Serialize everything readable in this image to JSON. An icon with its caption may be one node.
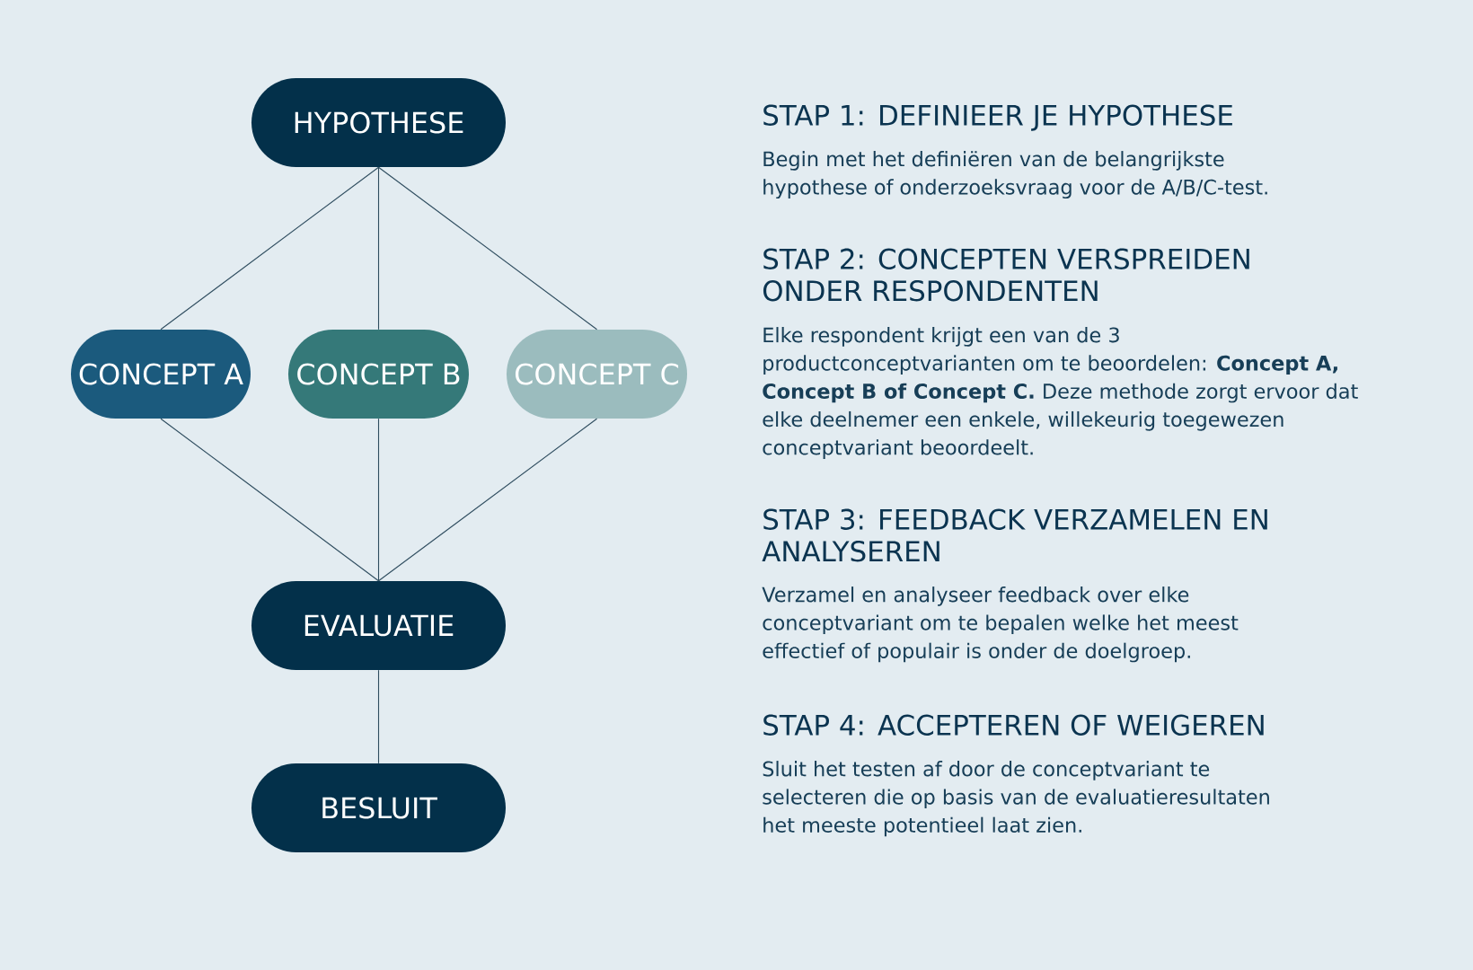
{
  "diagram": {
    "nodes": [
      {
        "text": [
          "HYPOTHESE"
        ]
      },
      {
        "text": [
          "CONCEPT A"
        ]
      },
      {
        "text": [
          "CONCEPT B"
        ]
      },
      {
        "text": [
          "CONCEPT C"
        ]
      },
      {
        "text": [
          "EVALUATIE"
        ]
      },
      {
        "text": [
          "BESLUIT"
        ]
      }
    ],
    "edges": [
      {
        "from": 0,
        "to": 1,
        "arrow": "none"
      },
      {
        "from": 0,
        "to": 2,
        "arrow": "none"
      },
      {
        "from": 0,
        "to": 3,
        "arrow": "none"
      },
      {
        "from": 1,
        "to": 4,
        "arrow": "none"
      },
      {
        "from": 2,
        "to": 4,
        "arrow": "none"
      },
      {
        "from": 3,
        "to": 4,
        "arrow": "none"
      },
      {
        "from": 4,
        "to": 5,
        "arrow": "none"
      }
    ],
    "labels": [
      "STAP 1: DEFINIEER JE HYPOTHESE",
      "Begin met het definiëren van de belangrijkste hypothese of onderzoeksvraag voor de A/B/C-test.",
      "STAP 2: CONCEPTEN VERSPREIDEN ONDER RESPONDENTEN",
      "Elke respondent krijgt een van de 3 productconceptvarianten om te beoordelen: **Concept A, Concept B of Concept C.** Deze methode zorgt ervoor dat elke deelnemer een enkele, willekeurig toegewezen conceptvariant beoordeelt.",
      "STAP 3: FEEDBACK VERZAMELEN EN ANALYSEREN",
      "Verzamel en analyseer feedback over elke conceptvariant om te bepalen welke het meest effectief of populair is onder de doelgroep.",
      "STAP 4: ACCEPTEREN OF WEIGEREN",
      "Sluit het testen af door de conceptvariant te selecteren die op basis van de evaluatieresultaten het meeste potentieel laat zien."
    ]
  }
}
